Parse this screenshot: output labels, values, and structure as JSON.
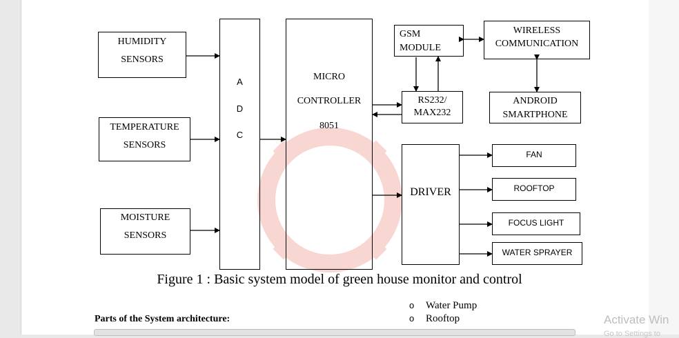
{
  "diagram": {
    "humidity": [
      "HUMIDITY",
      "SENSORS"
    ],
    "temperature": [
      "TEMPERATURE",
      "SENSORS"
    ],
    "moisture": [
      "MOISTURE",
      "SENSORS"
    ],
    "adc": [
      "A",
      "D",
      "C"
    ],
    "micro": [
      "MICRO",
      "CONTROLLER",
      "8051"
    ],
    "gsm": [
      "GSM",
      "MODULE"
    ],
    "wireless": [
      "WIRELESS",
      "COMMUNICATION"
    ],
    "rs232": [
      "RS232/",
      "MAX232"
    ],
    "android": [
      "ANDROID",
      "SMARTPHONE"
    ],
    "driver": "DRIVER",
    "outputs": [
      "FAN",
      "ROOFTOP",
      "FOCUS LIGHT",
      "WATER SPRAYER"
    ]
  },
  "caption": "Figure 1 : Basic system model of green house monitor and control",
  "parts_heading": "Parts of the System architecture:",
  "bullets": [
    "Water Pump",
    "Rooftop"
  ],
  "bullet_symbol": "o",
  "activate_text": "Activate Win",
  "activate_sub": "Go to Settings to",
  "colors": {
    "watermark": "#f1a8a0",
    "background": "#e9e9e9",
    "page": "#ffffff"
  }
}
